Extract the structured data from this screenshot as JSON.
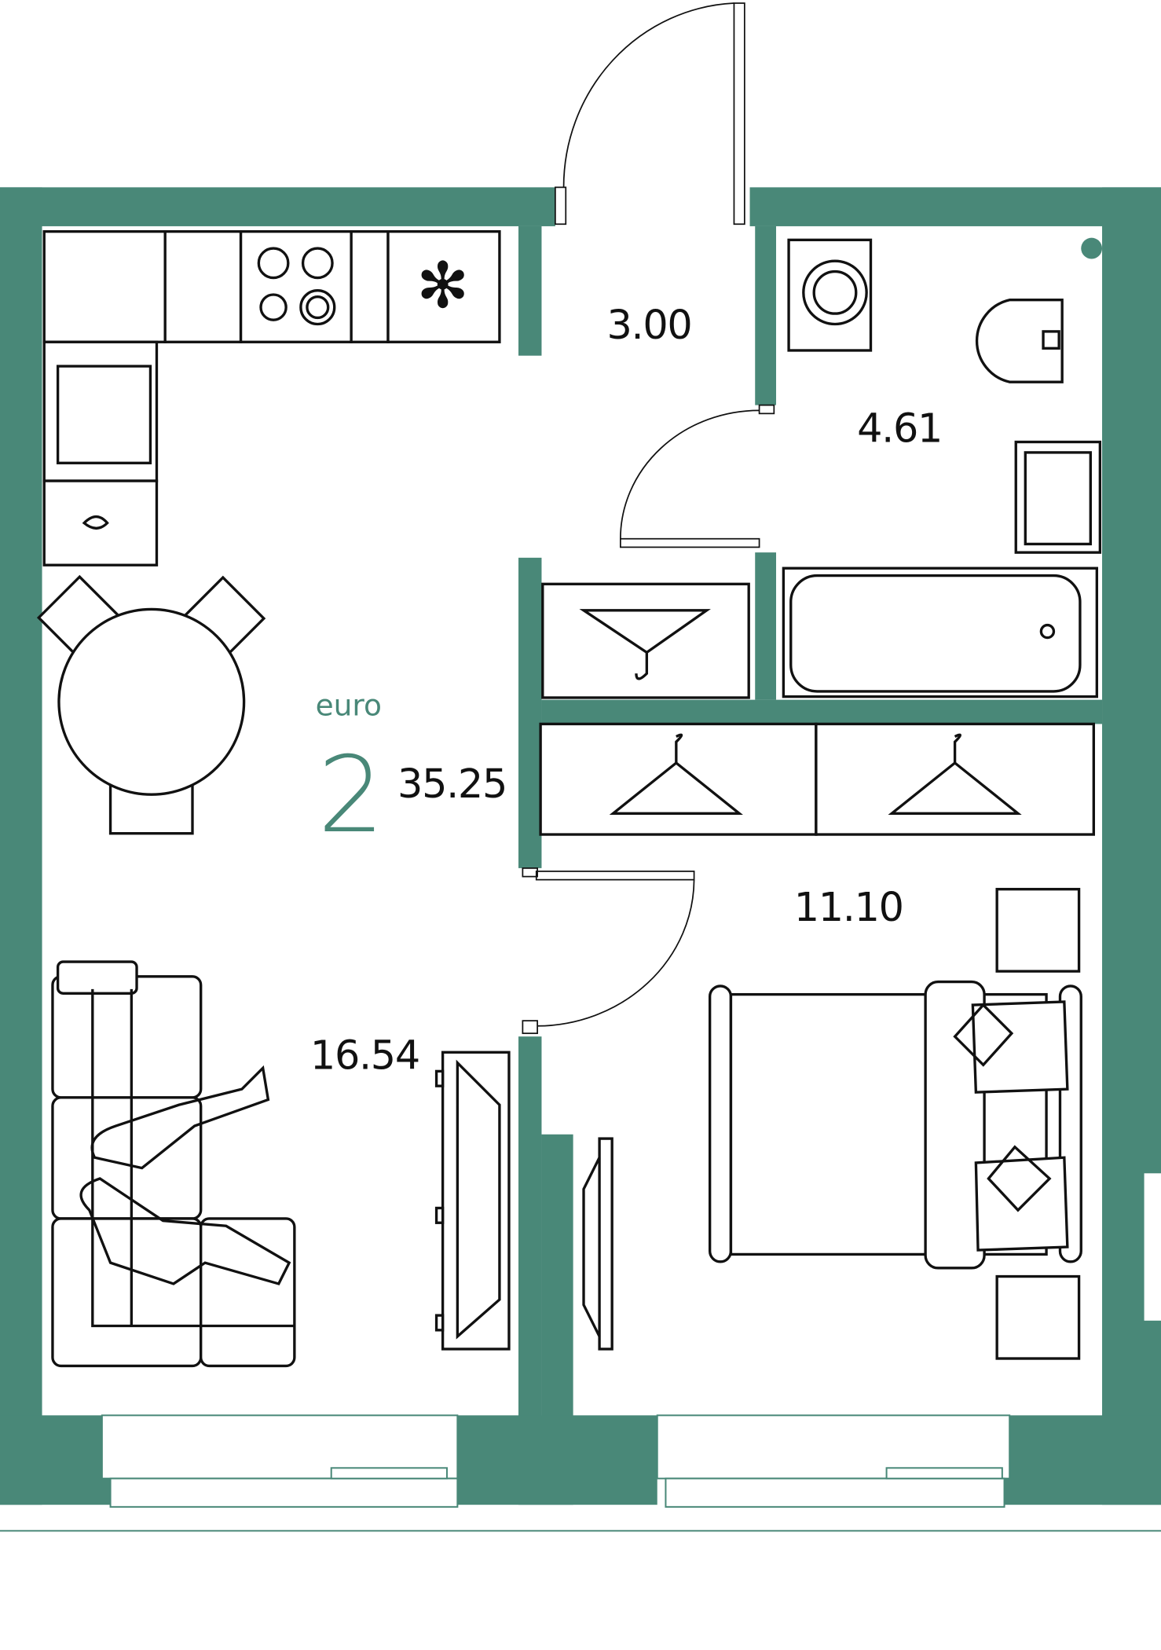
{
  "plan": {
    "type_label": "euro",
    "rooms_count": "2",
    "total_area": "35.25",
    "rooms": [
      {
        "name": "hall",
        "area": "3.00"
      },
      {
        "name": "bathroom",
        "area": "4.61"
      },
      {
        "name": "kitchen-living",
        "area": "16.54"
      },
      {
        "name": "bedroom",
        "area": "11.10"
      }
    ]
  },
  "colors": {
    "wall": "#498878",
    "text": "#111111"
  }
}
